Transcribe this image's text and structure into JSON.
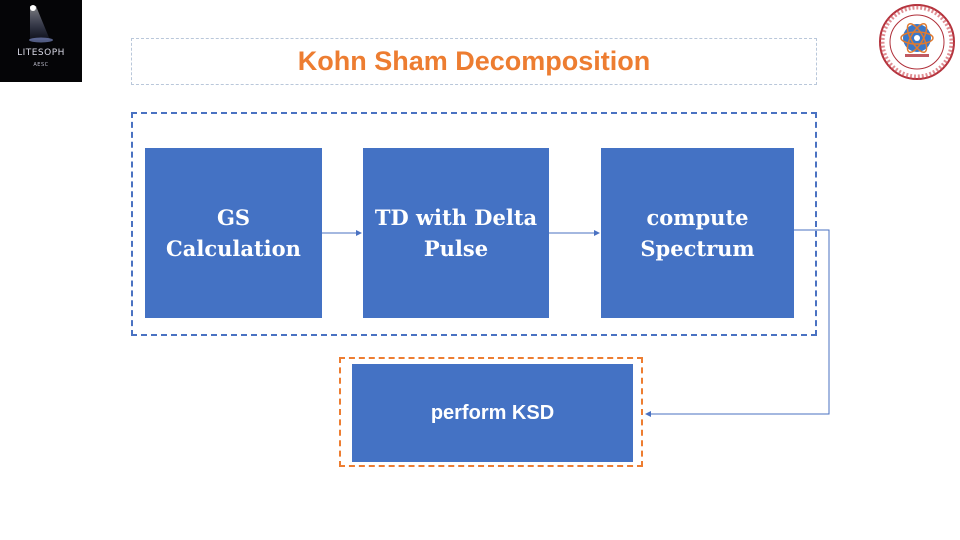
{
  "logos": {
    "left_text": "LITESOPH",
    "left_subtext": "AESC",
    "right_name": "IISER Bhopal seal"
  },
  "header": {
    "title": "Kohn Sham Decomposition"
  },
  "colors": {
    "title": "#ed7d31",
    "node_fill": "#4472c4",
    "group_border": "#4a72c2",
    "ksd_border": "#ed7d31",
    "arrow": "#4a72c2"
  },
  "diagram": {
    "nodes": [
      {
        "id": "gs",
        "label": "GS Calculation"
      },
      {
        "id": "td",
        "label": "TD with Delta Pulse"
      },
      {
        "id": "spectrum",
        "label": "compute Spectrum"
      },
      {
        "id": "ksd",
        "label": "perform KSD"
      }
    ],
    "edges": [
      {
        "from": "gs",
        "to": "td"
      },
      {
        "from": "td",
        "to": "spectrum"
      },
      {
        "from": "spectrum",
        "to": "ksd"
      }
    ]
  }
}
